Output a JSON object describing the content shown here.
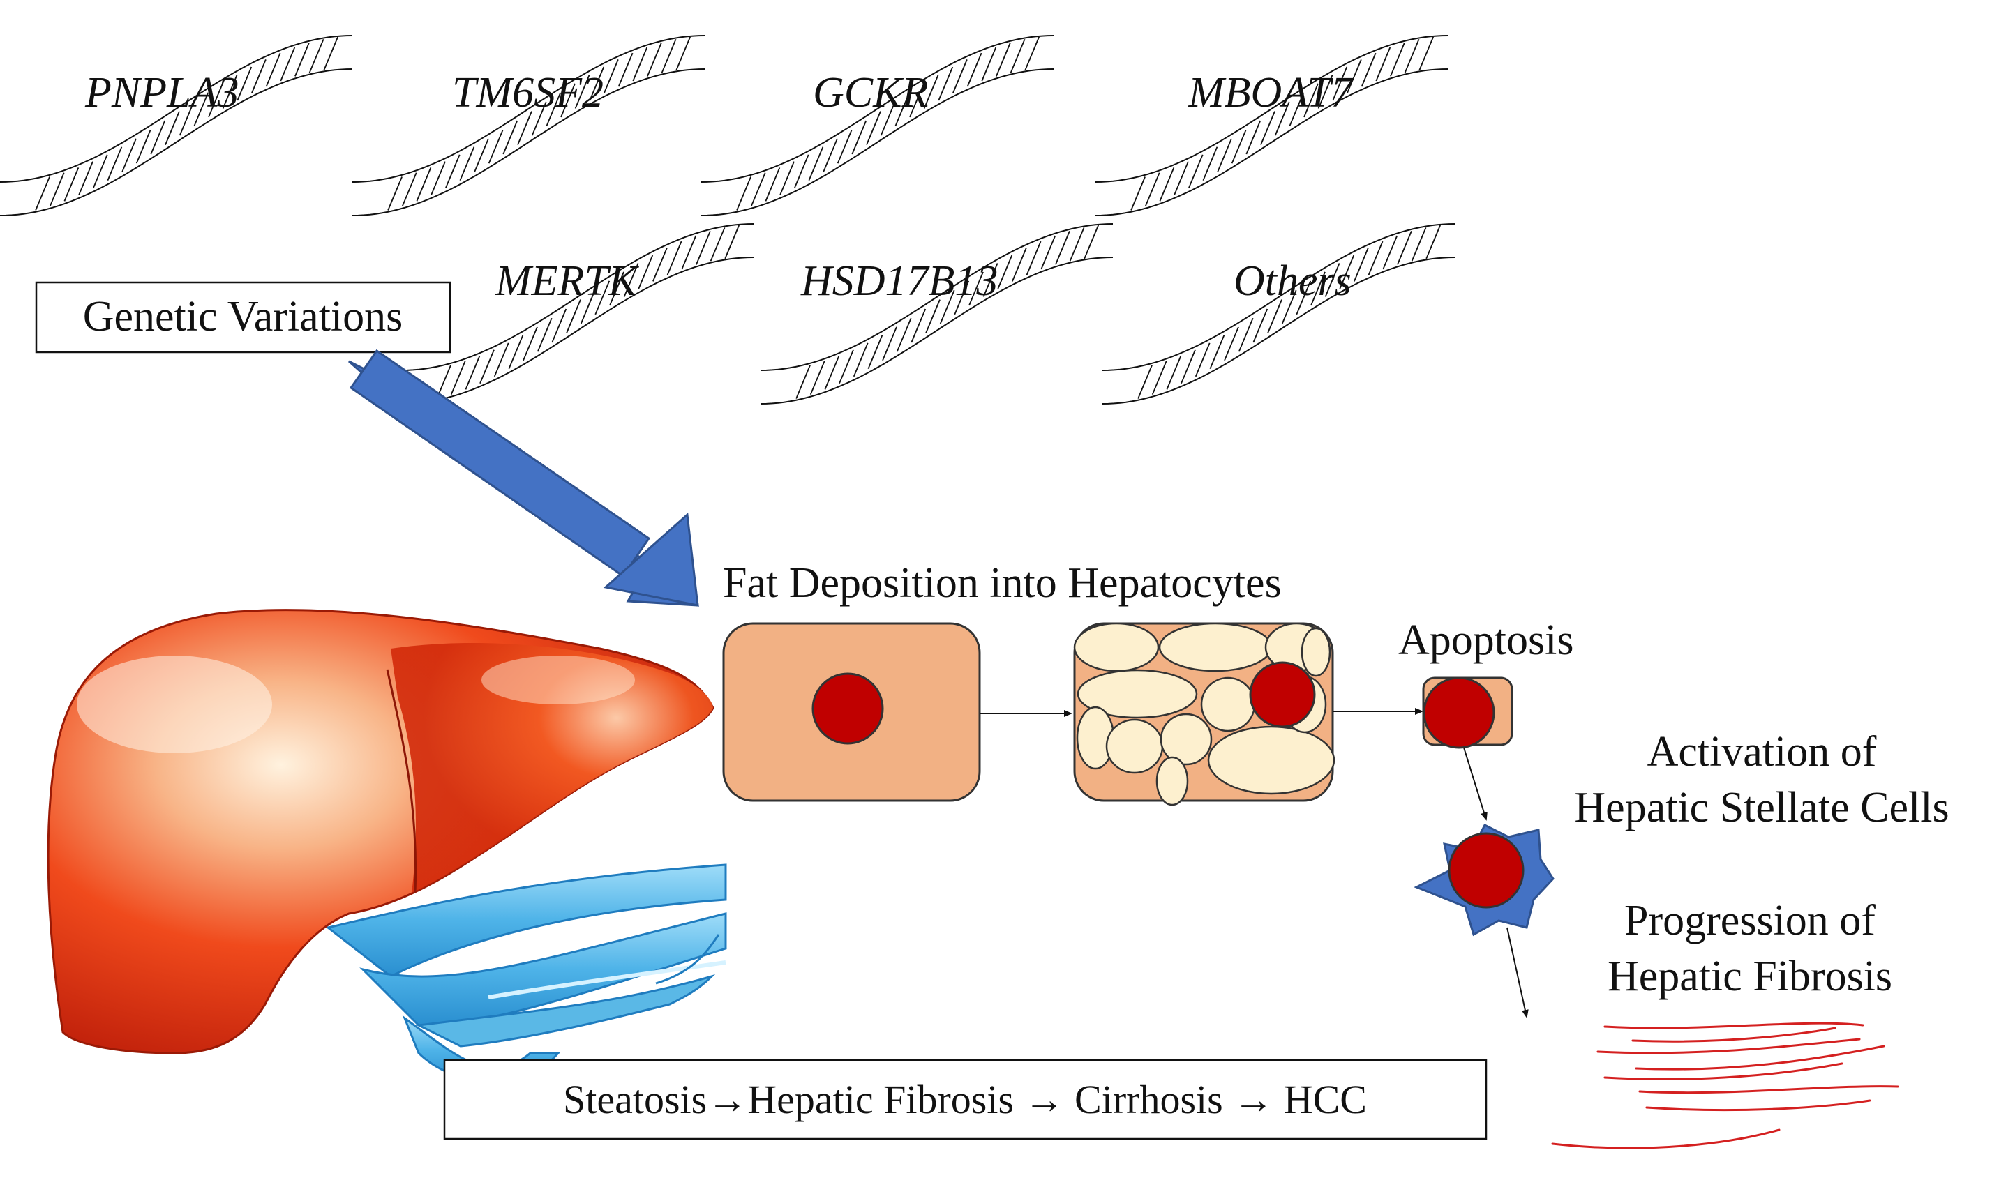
{
  "genes": {
    "row1": [
      "PNPLA3",
      "TM6SF2",
      "GCKR",
      "MBOAT7"
    ],
    "row2": [
      "MERTK",
      "HSD17B13",
      "Others"
    ]
  },
  "genetic_variations_label": "Genetic Variations",
  "fat_deposition_label": "Fat Deposition into Hepatocytes",
  "apoptosis_label": "Apoptosis",
  "stellate_label": [
    "Activation of",
    "Hepatic Stellate Cells"
  ],
  "fibrosis_label": [
    "Progression of",
    "Hepatic Fibrosis"
  ],
  "disease_progression": "Steatosis→Hepatic Fibrosis → Cirrhosis → HCC",
  "colors": {
    "cell_fill": "#f2b184",
    "nucleus": "#c00000",
    "lipid": "#fdf0cf",
    "arrow_blue": "#4472c4",
    "liver_red": "#e8240c",
    "vessel_blue": "#5ab8e6",
    "fibrosis_red": "#d42020"
  }
}
